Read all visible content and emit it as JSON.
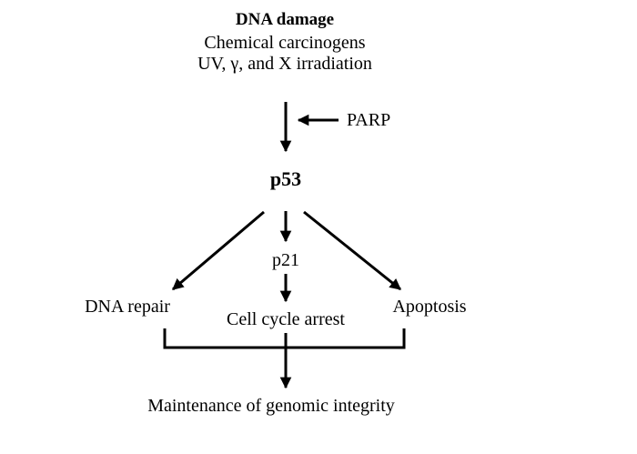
{
  "header": {
    "title": "DNA damage",
    "line2": "Chemical carcinogens",
    "line3": "UV, γ, and X irradiation"
  },
  "nodes": {
    "parp": "PARP",
    "p53": "p53",
    "p21": "p21",
    "dna_repair": "DNA repair",
    "cell_cycle_arrest": "Cell cycle arrest",
    "apoptosis": "Apoptosis",
    "outcome": "Maintenance of genomic integrity"
  },
  "colors": {
    "text": "#000000",
    "arrow": "#000000",
    "background": "#ffffff"
  }
}
